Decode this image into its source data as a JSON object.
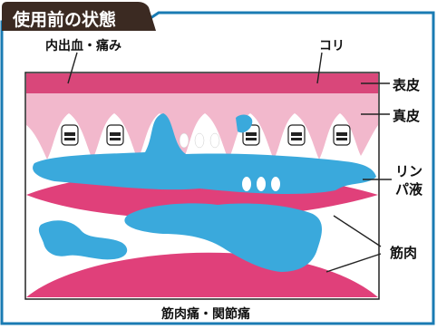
{
  "title": "使用前の状態",
  "labels": {
    "top_left": "内出血・痛み",
    "top_right": "コリ",
    "epidermis": "表皮",
    "dermis": "真皮",
    "lymph_line1": "リン",
    "lymph_line2": "パ液",
    "muscle": "筋肉",
    "bottom": "筋肉痛・関節痛"
  },
  "colors": {
    "title_bg": "#3b2a22",
    "frame_border": "#1a7bb3",
    "epidermis": "#d9477a",
    "dermis": "#f2b8cc",
    "lymph": "#3aa9dc",
    "muscle": "#e0407a"
  }
}
